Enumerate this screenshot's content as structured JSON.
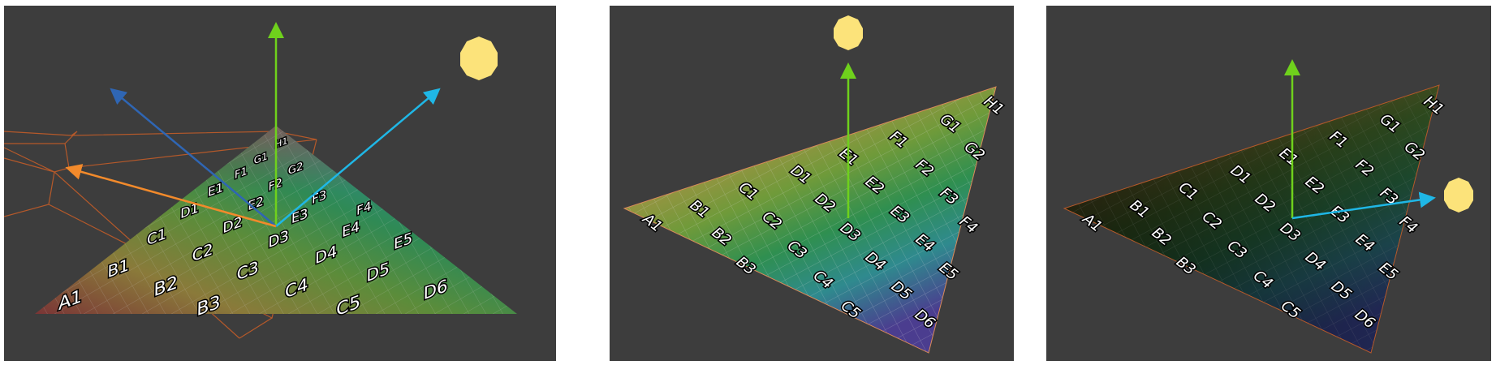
{
  "colors": {
    "background": "#3d3d3d",
    "page": "#ffffff",
    "normal_arrow": "#6fd11c",
    "light_dir_arrow": "#1fb7e6",
    "reflect_arrow": "#2f66b4",
    "view_arrow": "#f28a2b",
    "sun": "#fce37a",
    "camera_wire": "#b5592a",
    "grid_line": "#c8c8c8"
  },
  "grid": {
    "rows": [
      "A",
      "B",
      "C",
      "D",
      "E",
      "F",
      "G",
      "H"
    ],
    "row_colors": [
      "#7a3536",
      "#8f4a4b",
      "#8a7a3a",
      "#6b8c3a",
      "#3f8a46",
      "#2f8a6c",
      "#2f7e8e",
      "#3a5796",
      "#4b3d8f"
    ]
  },
  "panels": [
    {
      "name": "scene-oblique",
      "tiles": [
        "A1",
        "B1",
        "B2",
        "B3",
        "C1",
        "C2",
        "C3",
        "C4",
        "C5",
        "D1",
        "D2",
        "D3",
        "D4",
        "D5",
        "D6",
        "E1",
        "E2",
        "E3",
        "E4",
        "E5",
        "F1",
        "F2",
        "F3",
        "F4",
        "G1",
        "G2",
        "H1"
      ]
    },
    {
      "name": "scene-top-lit",
      "tiles": [
        "A1",
        "B1",
        "B2",
        "B3",
        "C1",
        "C2",
        "C3",
        "C4",
        "C5",
        "D1",
        "D2",
        "D3",
        "D4",
        "D5",
        "D6",
        "E1",
        "E2",
        "E3",
        "E4",
        "E5",
        "F1",
        "F2",
        "F3",
        "F4",
        "G1",
        "G2",
        "H1"
      ]
    },
    {
      "name": "scene-side-lit",
      "tiles": [
        "A1",
        "B1",
        "B2",
        "B3",
        "C1",
        "C2",
        "C3",
        "C4",
        "C5",
        "D1",
        "D2",
        "D3",
        "D4",
        "D5",
        "D6",
        "E1",
        "E2",
        "E3",
        "E4",
        "E5",
        "F1",
        "F2",
        "F3",
        "F4",
        "G1",
        "G2",
        "H1"
      ]
    }
  ]
}
